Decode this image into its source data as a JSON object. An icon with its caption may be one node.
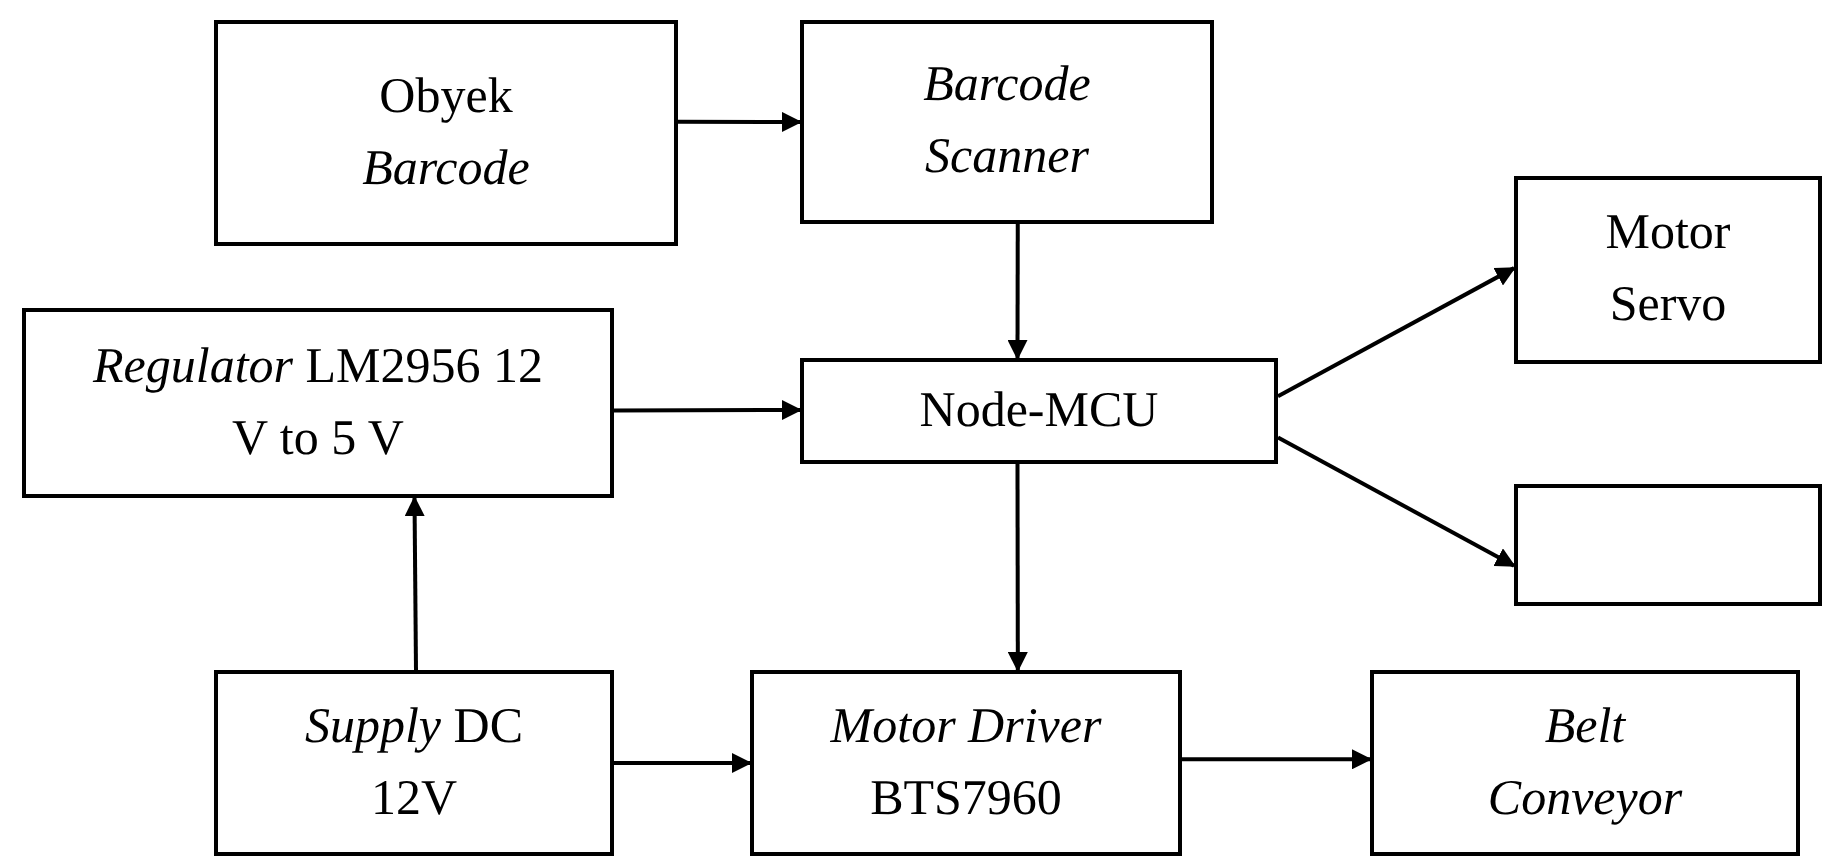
{
  "diagram": {
    "nodes": [
      {
        "text": [
          "Obyek *Barcode*"
        ]
      },
      {
        "text": [
          "*Barcode Scanner*"
        ]
      },
      {
        "text": [
          "*Regulator* LM2956 12 V to 5 V"
        ]
      },
      {
        "text": [
          "Node-MCU"
        ]
      },
      {
        "text": [
          "Motor Servo"
        ]
      },
      {
        "text": [],
        "shape": "box"
      },
      {
        "text": [
          "*Supply* DC 12V"
        ]
      },
      {
        "text": [
          "*Motor Driver* BTS7960"
        ]
      },
      {
        "text": [
          "*Belt Conveyor*"
        ]
      }
    ],
    "edges": [
      {
        "from": 0,
        "to": 1,
        "arrow": "to"
      },
      {
        "from": 1,
        "to": 3,
        "arrow": "to"
      },
      {
        "from": 2,
        "to": 3,
        "arrow": "to"
      },
      {
        "from": 3,
        "to": 4,
        "arrow": "to"
      },
      {
        "from": 3,
        "to": 5,
        "arrow": "to"
      },
      {
        "from": 3,
        "to": 7,
        "arrow": "to"
      },
      {
        "from": 6,
        "to": 2,
        "arrow": "to"
      },
      {
        "from": 6,
        "to": 7,
        "arrow": "to"
      },
      {
        "from": 7,
        "to": 8,
        "arrow": "to"
      }
    ]
  }
}
